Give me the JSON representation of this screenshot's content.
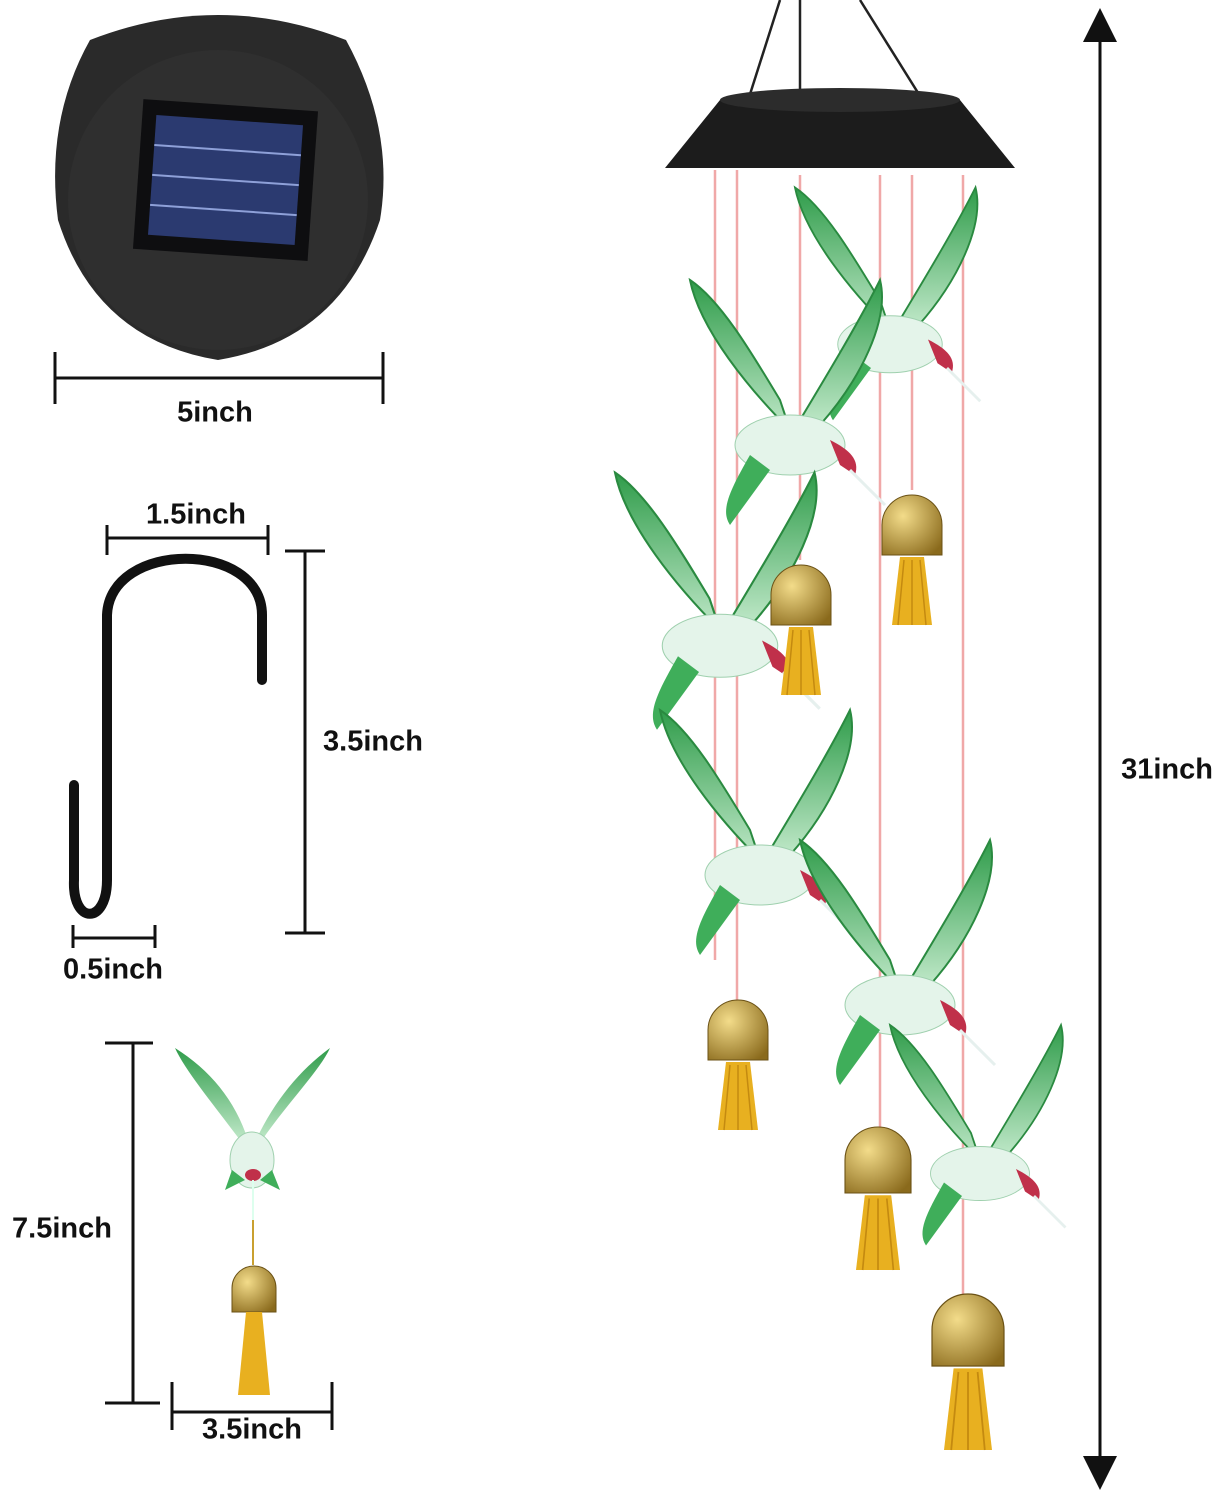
{
  "labels": {
    "solar_width": "5inch",
    "hook_width": "1.5inch",
    "hook_height": "3.5inch",
    "hook_bottom": "0.5inch",
    "single_height": "7.5inch",
    "single_width": "3.5inch",
    "total_length": "31inch"
  },
  "colors": {
    "bird_green": "#3fae5a",
    "bell_gold": "#b8962e",
    "tassel": "#e8b020",
    "cap_black": "#1c1c1c",
    "string_pink": "#f0a8a8"
  }
}
